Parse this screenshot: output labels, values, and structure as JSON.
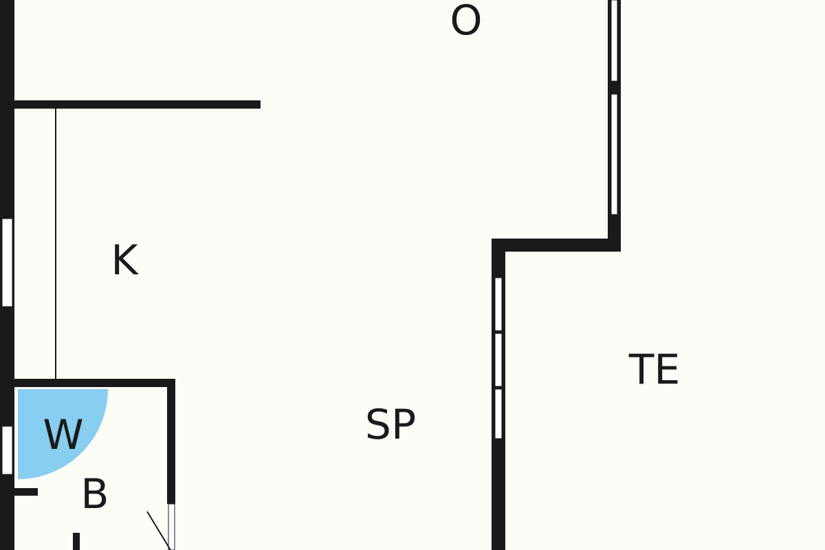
{
  "colors": {
    "background": "#fdfdf8",
    "wall": "#1a1a1a",
    "window_fill": "#ffffff",
    "wardrobe": "#87cef0"
  },
  "rooms": {
    "o": "O",
    "k": "K",
    "sp": "SP",
    "te": "TE",
    "w": "W",
    "b": "B"
  }
}
